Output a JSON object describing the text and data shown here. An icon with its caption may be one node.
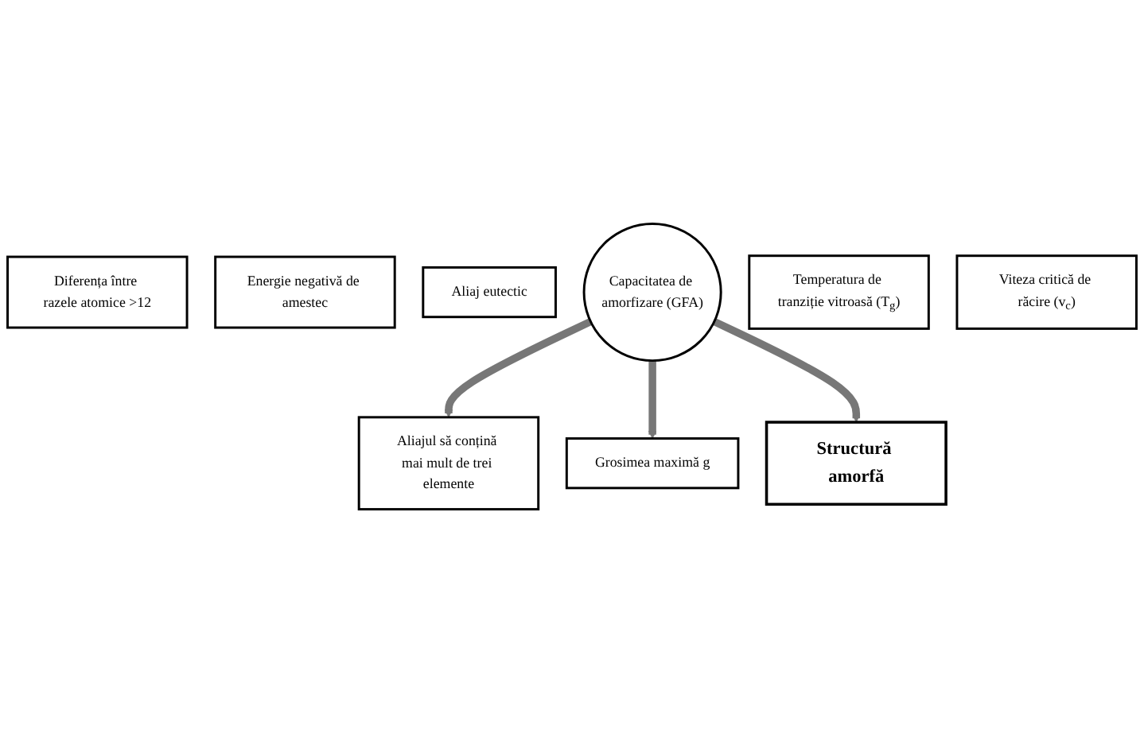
{
  "diagram": {
    "nodes": [
      {
        "text": [
          "Aliajul să conțină mai mult de trei elemente"
        ]
      },
      {
        "text": [
          "Diferența între razele atomice >12"
        ]
      },
      {
        "text": [
          "Energie negativă de amestec"
        ]
      },
      {
        "text": [
          "Aliaj eutectic"
        ]
      },
      {
        "text": [
          "Capacitatea de amorfizare (GFA)"
        ]
      },
      {
        "text": [
          "Grosimea maximă g"
        ]
      },
      {
        "text": [
          "Temperatura de tranziție vitroasă (T$_{g}$)"
        ]
      },
      {
        "text": [
          "Viteza critică de răcire (v$_{c}$)"
        ]
      },
      {
        "text": [
          "Structură amorfă"
        ]
      }
    ],
    "edges": [
      {
        "from": 4,
        "to": 0,
        "arrow": "to"
      },
      {
        "from": 4,
        "to": 5,
        "arrow": "to"
      },
      {
        "from": 4,
        "to": 8,
        "arrow": "to"
      }
    ]
  }
}
